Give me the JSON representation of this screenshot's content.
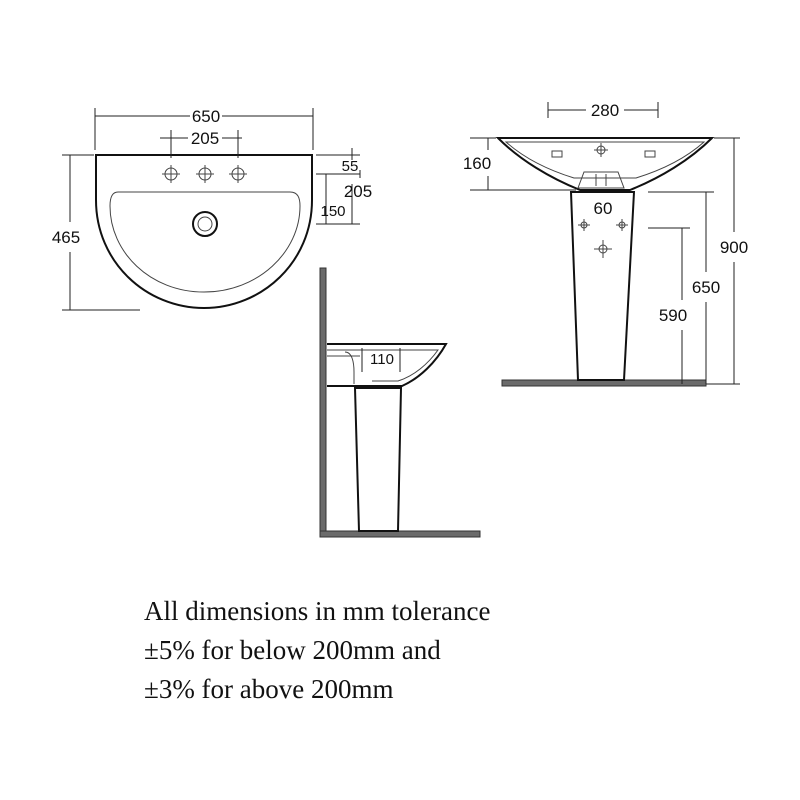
{
  "top_view": {
    "width_label": "650",
    "tap_spacing_label": "205",
    "depth_label": "465",
    "rim_to_tap_label": "55",
    "tap_to_waste_label": "205",
    "back_to_bowl_label": "150"
  },
  "front_view": {
    "pedestal_top_width_label": "280",
    "basin_height_label": "160",
    "fixing_spacing_label": "60",
    "overall_height_label": "900",
    "rim_height_label": "650",
    "fixing_height_label": "590"
  },
  "side_view": {
    "projection_label": "110"
  },
  "notes": {
    "line1": "All dimensions in mm tolerance",
    "line2": "±5% for below 200mm and",
    "line3": "±3% for above 200mm"
  }
}
